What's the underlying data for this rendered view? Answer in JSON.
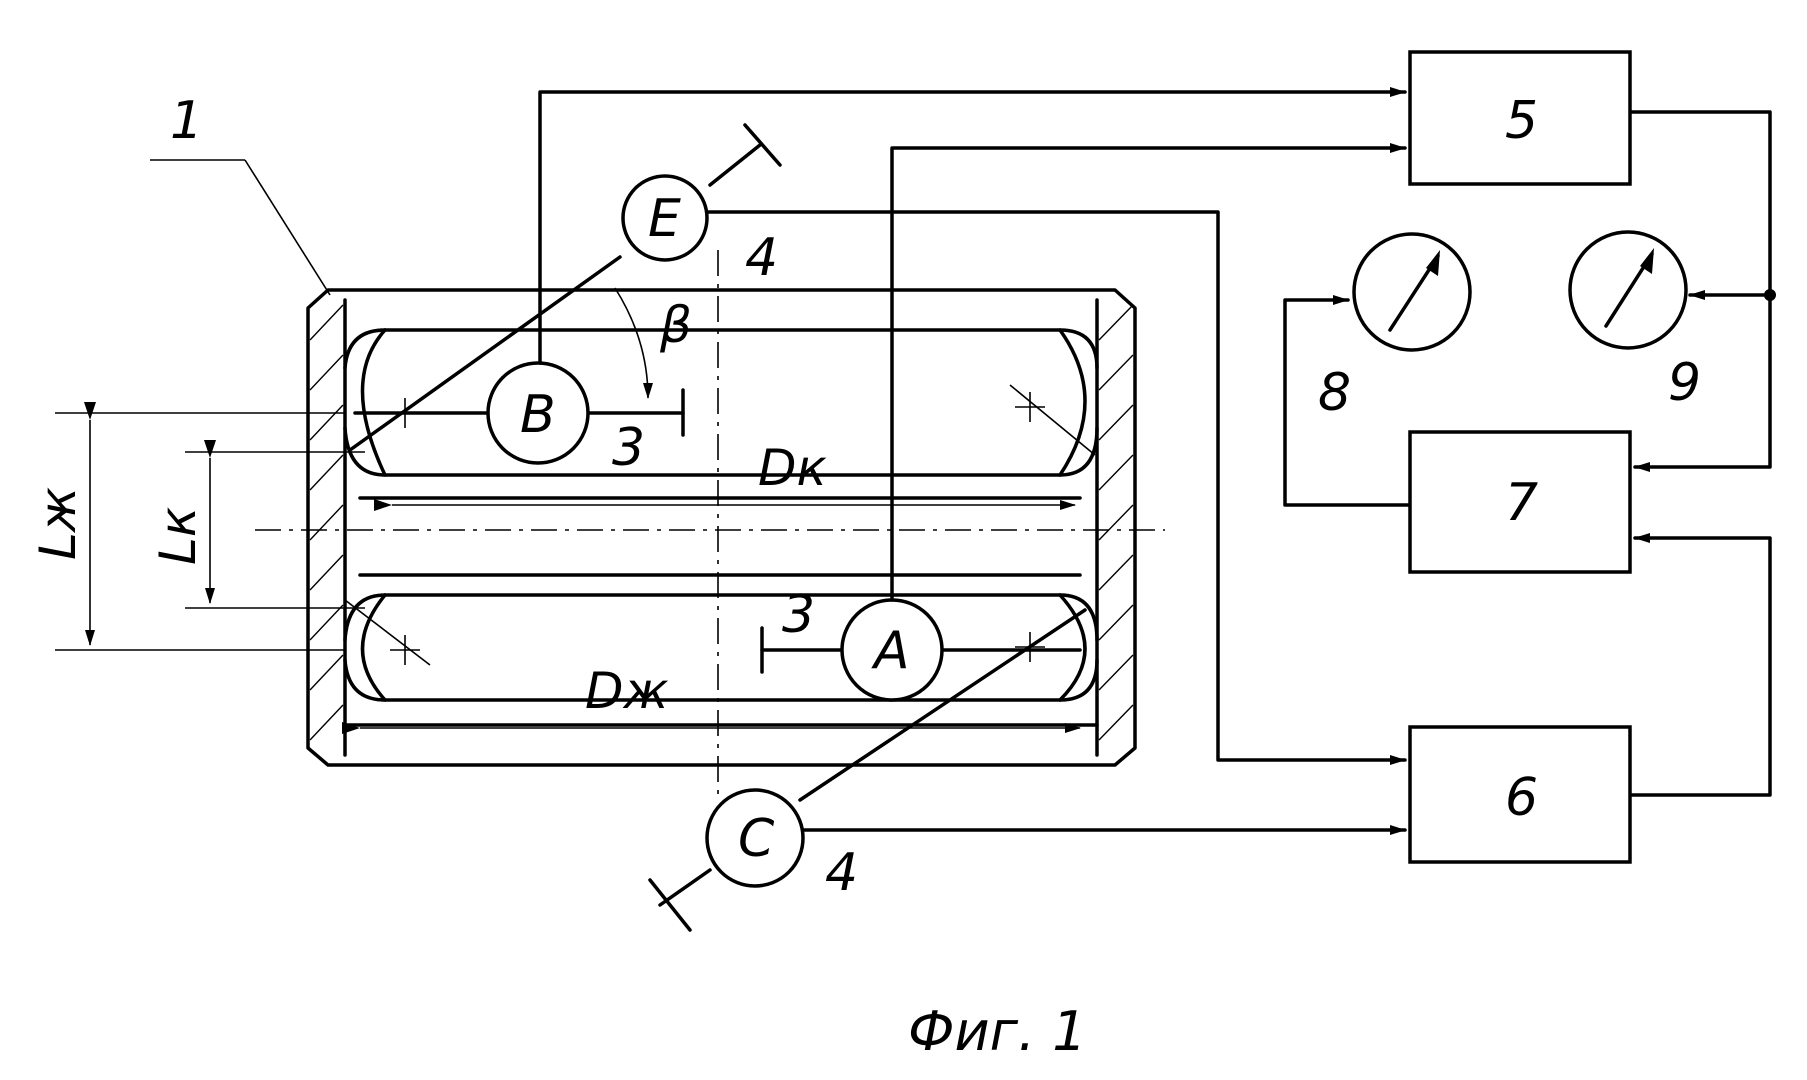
{
  "figure": {
    "caption": "Фиг. 1",
    "part_label": "1",
    "sensors": [
      {
        "id": "sensor-a",
        "letter": "A",
        "ref": "3"
      },
      {
        "id": "sensor-b",
        "letter": "B",
        "ref": "3"
      },
      {
        "id": "sensor-c",
        "letter": "C",
        "ref": "4"
      },
      {
        "id": "sensor-e",
        "letter": "E",
        "ref": "4"
      }
    ],
    "blocks": [
      "5",
      "6",
      "7"
    ],
    "gauges": [
      "8",
      "9"
    ],
    "dimensions": {
      "l_zh": "Lж",
      "l_k": "Lк",
      "d_k": "Dк",
      "d_zh": "Dж",
      "angle": "β"
    }
  }
}
